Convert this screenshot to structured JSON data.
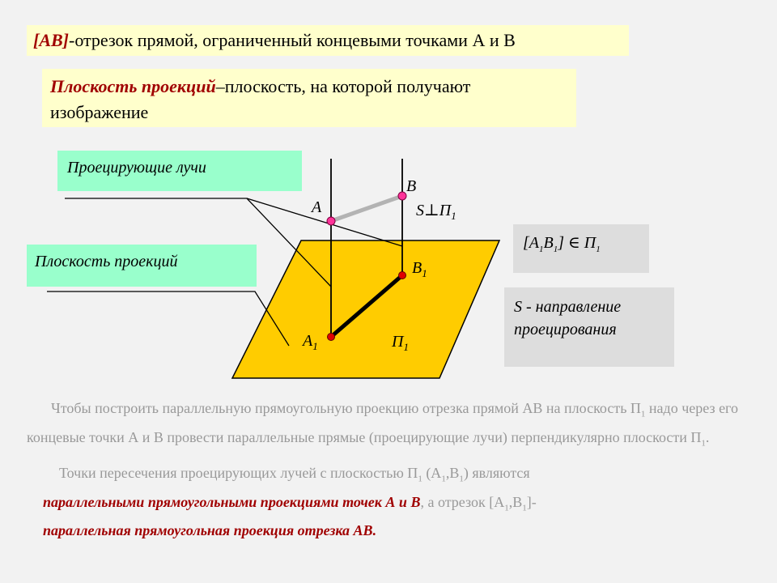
{
  "title": {
    "part1": "[AB]",
    "part2": "-отрезок прямой, ограниченный концевыми точками А и В"
  },
  "definition": {
    "term": "Плоскость проекций",
    "text": "–плоскость, на которой получают изображение"
  },
  "callouts": {
    "rays": "Проецирующие лучи",
    "plane": "Плоскость проекций",
    "belongs": {
      "open": "[A",
      "sub1": "1",
      "mid": "B",
      "sub2": "1",
      "close": "] ∈ П",
      "sub3": "1"
    },
    "direction": "S - направление проецирования"
  },
  "diagram": {
    "label_A": "A",
    "label_B": "B",
    "label_A1": "A",
    "label_A1_sub": "1",
    "label_B1": "B",
    "label_B1_sub": "1",
    "label_Pi": "П",
    "label_Pi_sub": "1",
    "label_S": "S⊥П",
    "label_S_sub": "1",
    "colors": {
      "plane_fill": "#ffcc00",
      "point_fill": "#ff3399",
      "segment_AB": "#b3b3b3",
      "segment_A1B1": "#000000"
    }
  },
  "paragraph1": {
    "t1": "Чтобы построить параллельную прямоугольную проекцию отрезка прямой АВ на плоскость П",
    "s1": "1",
    "t2": " надо через его концевые точки А и В провести параллельные прямые (проецирующие лучи) перпендикулярно плоскости П",
    "s2": "1",
    "t3": "."
  },
  "paragraph2": {
    "t1": "Точки пересечения проецирующих лучей с плоскостью П",
    "s1": "1",
    "t2": " (А",
    "s2": "1",
    "t3": ",В",
    "s3": "1",
    "t4": ") являются ",
    "accent1": "параллельными прямоугольными проекциями точек А и В",
    "t5": ", а отрезок [А",
    "s4": "1",
    "t6": ",В",
    "s5": "1",
    "t7": "]-",
    "accent2": "параллельная прямоугольная проекция отрезка АВ."
  }
}
